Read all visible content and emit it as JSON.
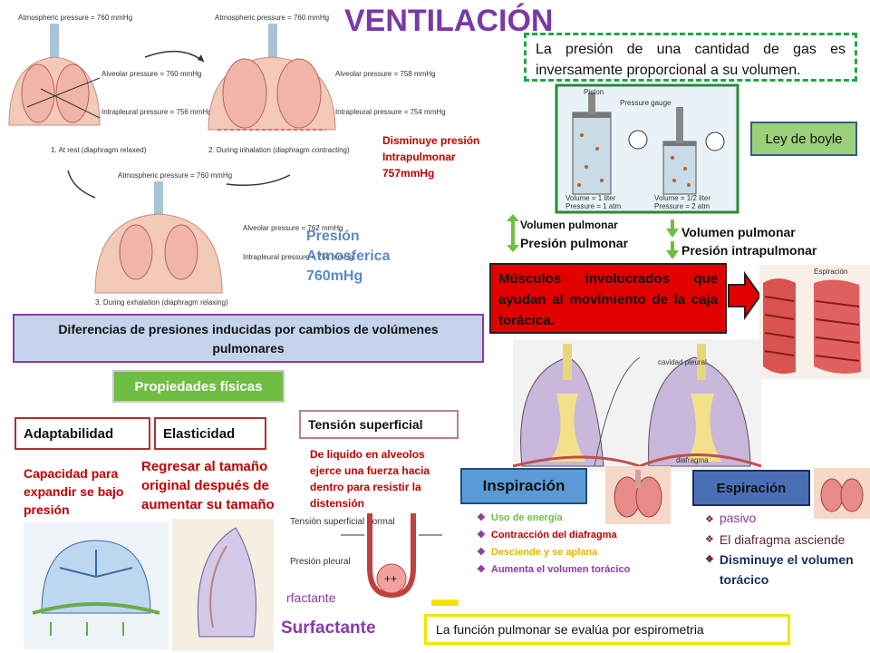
{
  "title": "VENTILACIÓN",
  "boyle_statement": "La presión de una cantidad de gas es inversamente proporcional a su volumen.",
  "ley_label": "Ley de boyle",
  "figure_top": {
    "atm1": "Atmospheric pressure = 760 mmHg",
    "atm2": "Atmospheric pressure = 760 mmHg",
    "atm3": "Atmospheric pressure = 760 mmHg",
    "alv1": "Alveolar pressure = 760 mmHg",
    "intra1": "Intrapleural pressure = 756 mmHg",
    "alv2": "Alveolar pressure = 758 mmHg",
    "intra2": "Intrapleural pressure = 754 mmHg",
    "alv3": "Alveolar pressure = 762 mmHg",
    "intra3": "Intrapleural pressure = 756 mmHg",
    "cap1": "1. At rest (diaphragm relaxed)",
    "cap2": "2. During inhalation (diaphragm contracting)",
    "cap3": "3. During exhalation (diaphragm relaxing)"
  },
  "note_disminuye": [
    "Disminuye presión",
    "Intrapulmonar",
    "757mmHg"
  ],
  "note_atm": [
    "Presión",
    "Atmosferica",
    "760mHg"
  ],
  "boyle_fig": {
    "piston": "Piston",
    "gauge": "Pressure gauge",
    "v1": "Volume = 1 liter",
    "p1": "Pressure = 1 atm",
    "v2": "Volume = 1/2 liter",
    "p2": "Pressure = 2 atm"
  },
  "vol_up": [
    "Volumen pulmonar",
    "Presión pulmonar"
  ],
  "vol_down": [
    "Volumen pulmonar",
    "Presión intrapulmonar"
  ],
  "musculos": "Músculos involucrados que ayudan al movimiento de la caja torácica.",
  "diferencias": "Diferencias de presiones inducidas por cambios de volúmenes pulmonares",
  "propiedades": "Propiedades físicas",
  "adaptabilidad": "Adaptabilidad",
  "elasticidad": "Elasticidad",
  "tension": "Tensión superficial",
  "adapt_desc": [
    "Capacidad para",
    "expandir se bajo",
    "presión"
  ],
  "elas_desc": [
    "Regresar al tamaño",
    "original después de",
    "aumentar su tamaño"
  ],
  "tension_desc": [
    "De liquido en alveolos",
    "ejerce una fuerza hacia",
    "dentro para resistir la",
    "distensión"
  ],
  "lung_fig": {
    "cavidad": "cavidad pleural",
    "diafragma": "diafragma"
  },
  "muscle_fig": {
    "header": "Espiración"
  },
  "inspiracion": "Inspiración",
  "insp_items": [
    {
      "text": "Uso de energía",
      "color": "#6fbe44"
    },
    {
      "text": "Contracción del diafragma",
      "color": "#c00000"
    },
    {
      "text": "Desciende y se aplana",
      "color": "#e8b400"
    },
    {
      "text": "Aumenta el volumen torácico",
      "color": "#8a3aa6"
    }
  ],
  "espiracion": "Espiración",
  "esp_items": [
    {
      "text": "pasivo",
      "color": "#8a3aa6"
    },
    {
      "text": "El diafragma asciende",
      "color": "#5a2a2a"
    },
    {
      "text": "Disminuye el volumen torácico",
      "color": "#1c2e60"
    }
  ],
  "surf_fig": {
    "ts": "Tensión superficial normal",
    "pp": "Presión pleural",
    "sf": "rfactante"
  },
  "surfactante": "Surfactante",
  "funcion": "La función pulmonar se evalúa por espirometria"
}
